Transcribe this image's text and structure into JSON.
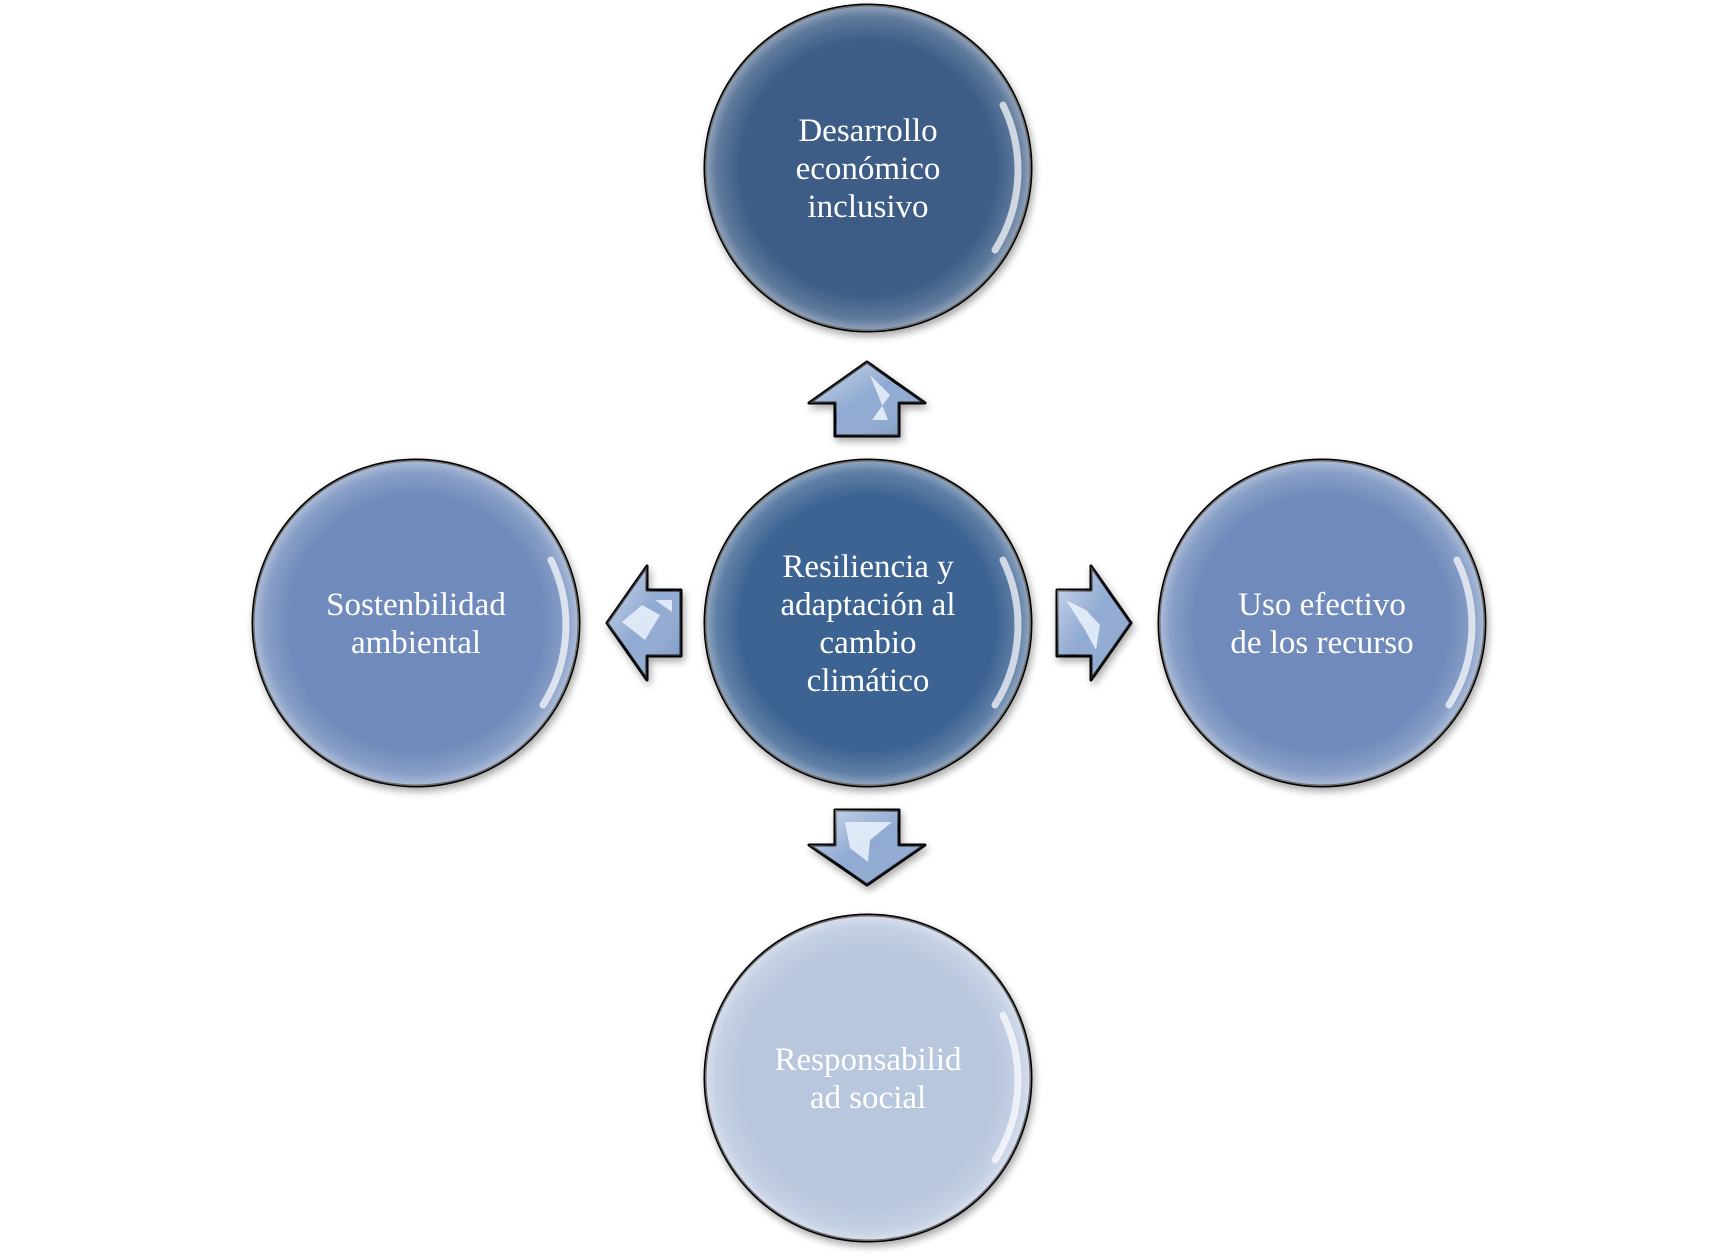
{
  "center": {
    "lines": [
      "Resiliencia y",
      "adaptación al",
      "cambio",
      "climático"
    ],
    "color": "#3d6392"
  },
  "nodes": {
    "top": {
      "lines": [
        "Desarrollo",
        "económico",
        "inclusivo"
      ],
      "color": "#3d5d87"
    },
    "left": {
      "lines": [
        "Sostenbilidad",
        "ambiental"
      ],
      "color": "#6f8bbb"
    },
    "right": {
      "lines": [
        "Uso efectivo",
        "de los recurso"
      ],
      "color": "#6f8bbb"
    },
    "bottom": {
      "lines": [
        "Responsabilid",
        "ad social"
      ],
      "color": "#b8c6de"
    }
  },
  "arrow_color": "#8fa9d2"
}
